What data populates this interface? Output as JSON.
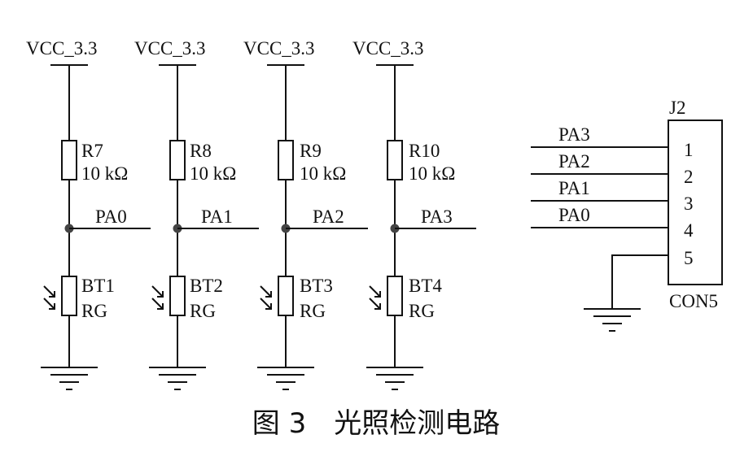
{
  "caption": "图 3　光照检测电路",
  "branches": [
    {
      "vcc": "VCC_3.3",
      "resistor": "R7",
      "resistor_value": "10 kΩ",
      "net": "PA0",
      "sensor": "BT1",
      "sensor_type": "RG"
    },
    {
      "vcc": "VCC_3.3",
      "resistor": "R8",
      "resistor_value": "10 kΩ",
      "net": "PA1",
      "sensor": "BT2",
      "sensor_type": "RG"
    },
    {
      "vcc": "VCC_3.3",
      "resistor": "R9",
      "resistor_value": "10 kΩ",
      "net": "PA2",
      "sensor": "BT3",
      "sensor_type": "RG"
    },
    {
      "vcc": "VCC_3.3",
      "resistor": "R10",
      "resistor_value": "10 kΩ",
      "net": "PA3",
      "sensor": "BT4",
      "sensor_type": "RG"
    }
  ],
  "connector": {
    "ref": "J2",
    "type": "CON5",
    "pins": [
      {
        "number": "1",
        "net": "PA3"
      },
      {
        "number": "2",
        "net": "PA2"
      },
      {
        "number": "3",
        "net": "PA1"
      },
      {
        "number": "4",
        "net": "PA0"
      },
      {
        "number": "5",
        "net": ""
      }
    ]
  }
}
